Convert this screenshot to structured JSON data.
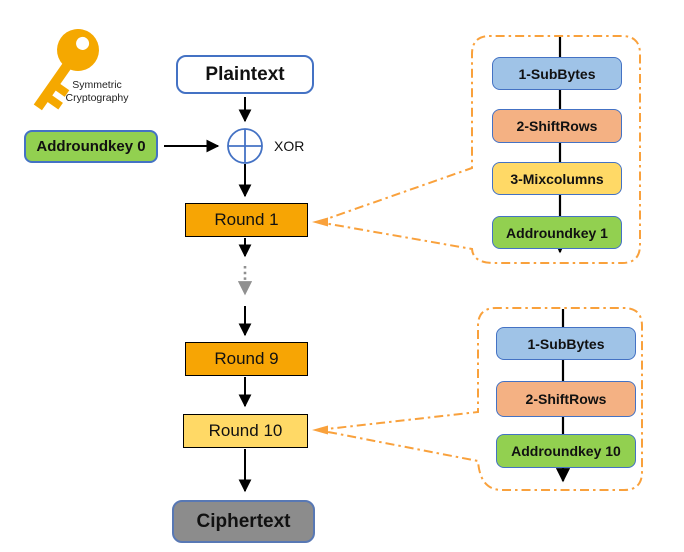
{
  "legend": {
    "icon": "key-icon",
    "line1": "Symmetric",
    "line2": "Cryptography"
  },
  "flow": {
    "plaintext": "Plaintext",
    "addroundkey0": "Addroundkey 0",
    "xor_label": "XOR",
    "round1": "Round 1",
    "round9": "Round 9",
    "round10": "Round 10",
    "ciphertext": "Ciphertext"
  },
  "round1_steps": [
    "1-SubBytes",
    "2-ShiftRows",
    "3-Mixcolumns",
    "Addroundkey 1"
  ],
  "round10_steps": [
    "1-SubBytes",
    "2-ShiftRows",
    "Addroundkey 10"
  ],
  "colors": {
    "accent_blue_border": "#4472C4",
    "subbytes_fill": "#9FC3E7",
    "shiftrows_fill": "#F4B183",
    "mixcolumns_fill": "#FFD966",
    "addroundkey_fill": "#92D050",
    "round_orange": "#F7A504",
    "round10_yellow": "#FFD966",
    "ciphertext_gray": "#8C8C8C",
    "callout_orange": "#F9A13C",
    "key_orange": "#F5A800",
    "dotted_gray": "#909090"
  }
}
